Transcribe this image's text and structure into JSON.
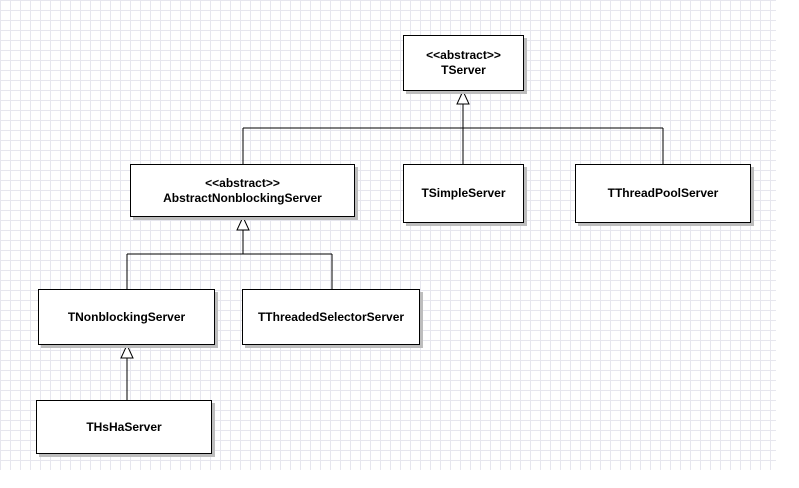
{
  "diagram": {
    "colors": {
      "line": "#000000",
      "box_border": "#000000",
      "box_fill": "#ffffff",
      "shadow": "#bdbdbd",
      "grid": "#e6e6ee"
    },
    "classes": {
      "tserver": {
        "stereotype": "<<abstract>>",
        "name": "TServer"
      },
      "abstract_nonblocking": {
        "stereotype": "<<abstract>>",
        "name": "AbstractNonblockingServer"
      },
      "tsimple": {
        "name": "TSimpleServer"
      },
      "tthreadpool": {
        "name": "TThreadPoolServer"
      },
      "tnonblocking": {
        "name": "TNonblockingServer"
      },
      "tthreadedselector": {
        "name": "TThreadedSelectorServer"
      },
      "thsha": {
        "name": "THsHaServer"
      }
    },
    "relationships": [
      {
        "type": "generalization",
        "from": "abstract_nonblocking",
        "to": "tserver"
      },
      {
        "type": "generalization",
        "from": "tsimple",
        "to": "tserver"
      },
      {
        "type": "generalization",
        "from": "tthreadpool",
        "to": "tserver"
      },
      {
        "type": "generalization",
        "from": "tnonblocking",
        "to": "abstract_nonblocking"
      },
      {
        "type": "generalization",
        "from": "tthreadedselector",
        "to": "abstract_nonblocking"
      },
      {
        "type": "generalization",
        "from": "thsha",
        "to": "tnonblocking"
      }
    ]
  }
}
